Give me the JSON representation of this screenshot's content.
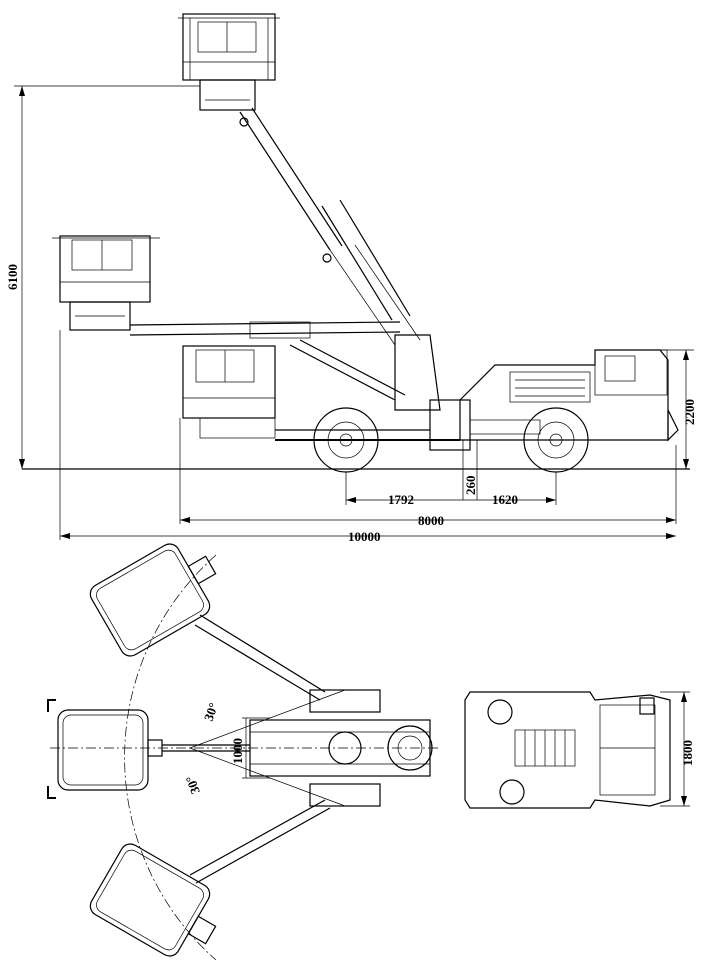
{
  "dimensions": {
    "lift_height": "6100",
    "vehicle_height": "2200",
    "wheel_offset_left": "1792",
    "ground_clearance": "260",
    "wheel_offset_right": "1620",
    "body_length": "8000",
    "total_reach": "10000",
    "boom_spacing": "1000",
    "body_width": "1800",
    "swing_angle_upper": "30°",
    "swing_angle_lower": "30°"
  }
}
